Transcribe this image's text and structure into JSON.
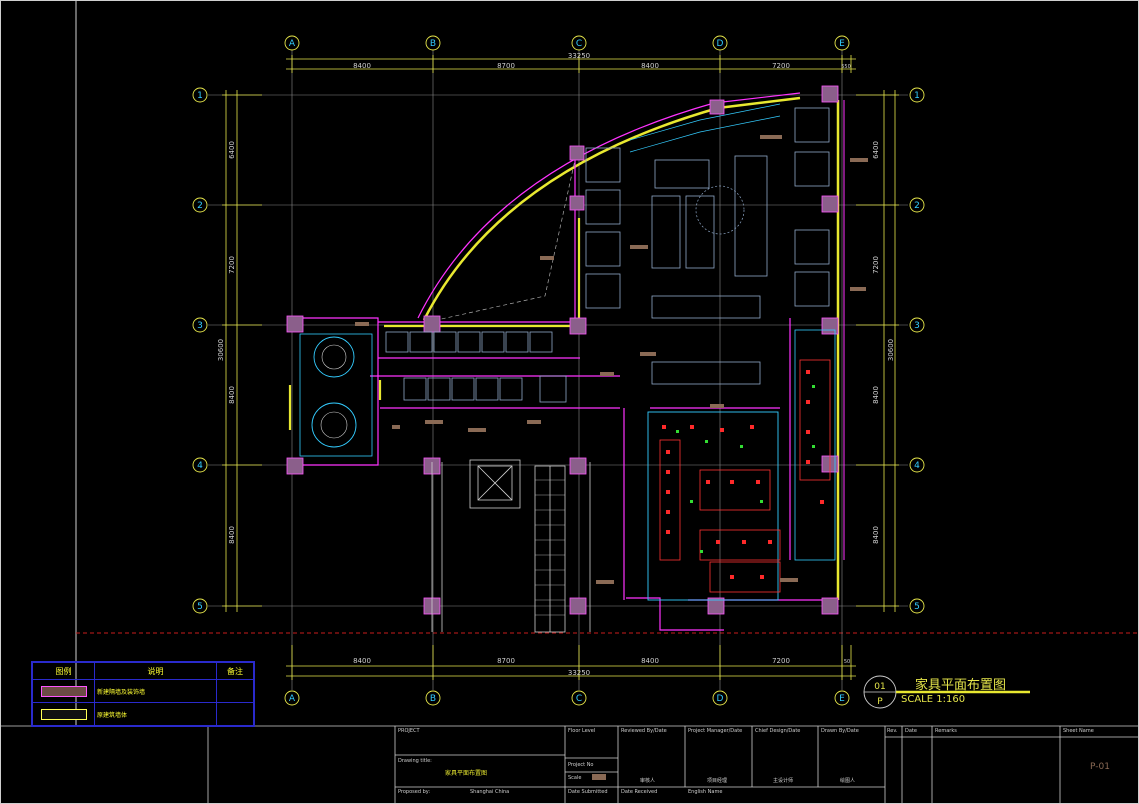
{
  "drawing": {
    "title": "家具平面布置图",
    "scale": "SCALE 1:160",
    "ref_num": "01",
    "ref_letter": "P",
    "sheet_no": "P-01"
  },
  "grid": {
    "columns": [
      "A",
      "B",
      "C",
      "D",
      "E"
    ],
    "rows": [
      "1",
      "2",
      "3",
      "4",
      "5"
    ],
    "top_dims": [
      "8400",
      "8700",
      "8400",
      "7200",
      "550"
    ],
    "top_total": "33250",
    "bottom_dims": [
      "8400",
      "8700",
      "8400",
      "7200",
      "50"
    ],
    "bottom_total": "33250",
    "left_dims": [
      "6400",
      "7200",
      "8400",
      "8400"
    ],
    "left_total": "30600",
    "right_dims": [
      "6400",
      "7200",
      "8400",
      "8400"
    ],
    "right_total": "30600"
  },
  "legend": {
    "headers": [
      "图例",
      "说明",
      "备注"
    ],
    "row1_text": "新建隔墙及装饰墙",
    "row2_text": "原建筑墙体"
  },
  "title_block": {
    "project": "PROJECT",
    "drawing_title_label": "Drawing title:",
    "drawing_title_value": "家具平面布置图",
    "proposed_by": "Proposed by:",
    "proposed_value": "Shanghai China",
    "floor_level": "Floor Level",
    "project_no": "Project No",
    "scale_label": "Scale",
    "date_submitted": "Date Submitted",
    "reviewed": "Reviewed By/Date",
    "manager": "Project Manager/Date",
    "chief": "Chief Design/Date",
    "drawn": "Drawn By/Date",
    "date_received": "Date Received",
    "english_name": "English Name",
    "rev": "Rev.",
    "date": "Date",
    "remarks": "Remarks",
    "sheet_name": "Sheet Name",
    "sig1": "审核人",
    "sig2": "项目经理",
    "sig3": "主设计师",
    "sig4": "绘图人"
  }
}
